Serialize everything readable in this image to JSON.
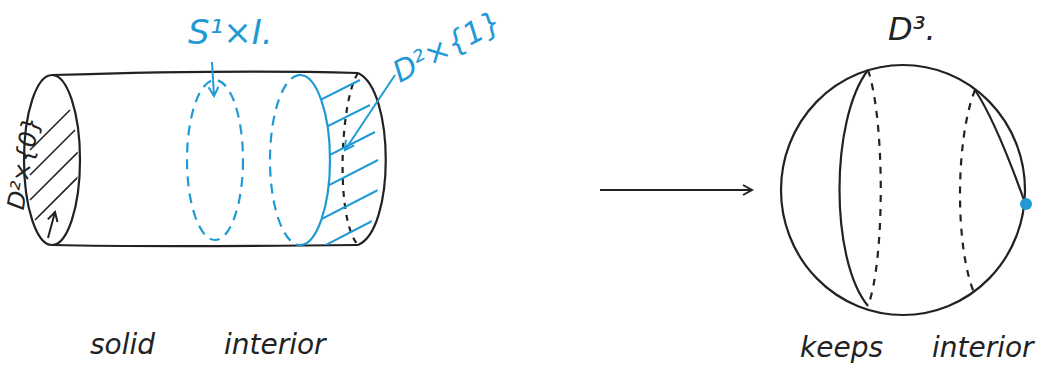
{
  "diagram": {
    "labels": [
      "S¹×I.",
      "D²×{1}",
      "D²×{0}",
      "solid interior",
      "D³.",
      "keeps interior"
    ]
  }
}
